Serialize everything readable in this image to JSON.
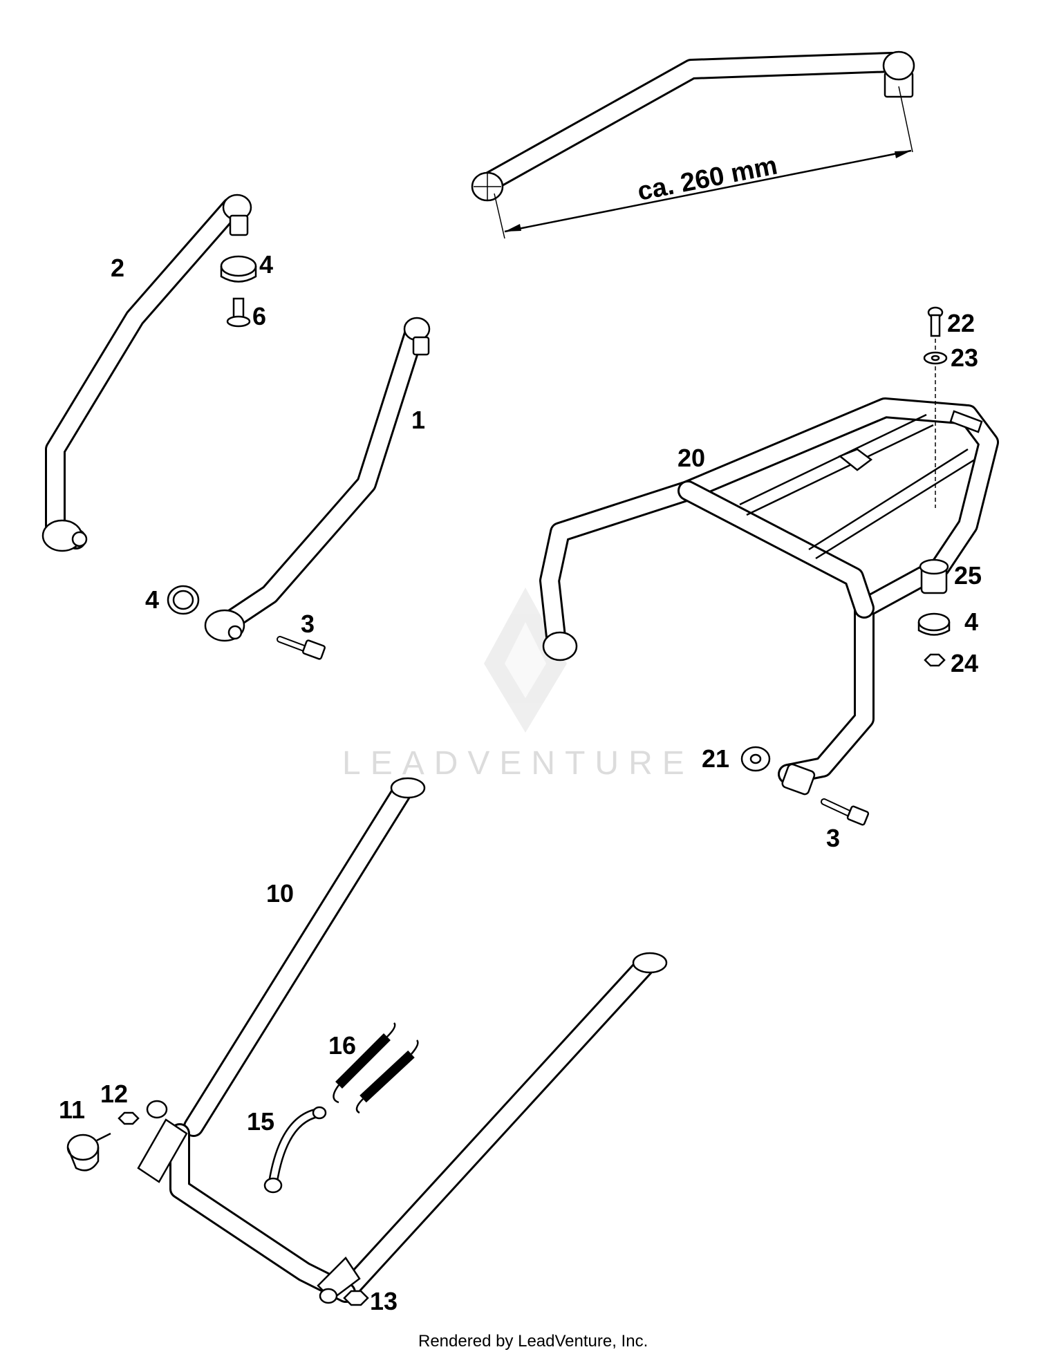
{
  "dimension": {
    "text": "ca. 260 mm"
  },
  "callouts": {
    "c1": "1",
    "c2": "2",
    "c3a": "3",
    "c3b": "3",
    "c4a": "4",
    "c4b": "4",
    "c4c": "4",
    "c6": "6",
    "c10": "10",
    "c11": "11",
    "c12": "12",
    "c13": "13",
    "c15": "15",
    "c16": "16",
    "c20": "20",
    "c21": "21",
    "c22": "22",
    "c23": "23",
    "c24": "24",
    "c25": "25"
  },
  "watermark": {
    "text": "LEADVENTURE"
  },
  "footer": {
    "text": "Rendered by LeadVenture, Inc."
  }
}
